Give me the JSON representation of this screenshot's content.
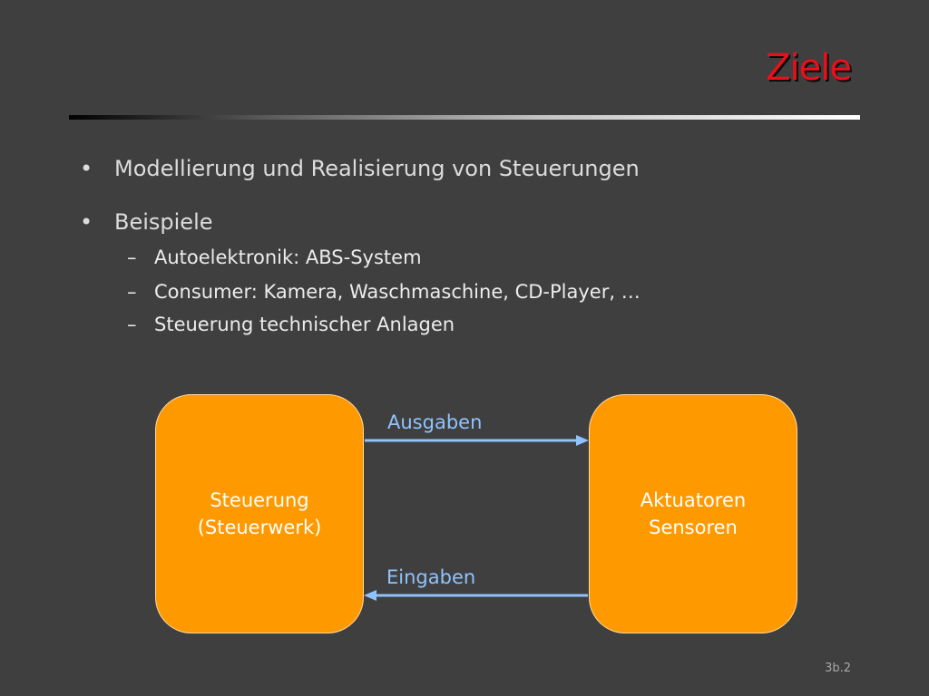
{
  "slide": {
    "title": "Ziele",
    "page_number": "3b.2"
  },
  "bullets": [
    {
      "text": "Modellierung und Realisierung von Steuerungen",
      "subitems": []
    },
    {
      "text": "Beispiele",
      "subitems": [
        "Autoelektronik: ABS-System",
        "Consumer: Kamera, Waschmaschine, CD-Player, …",
        "Steuerung technischer Anlagen"
      ]
    }
  ],
  "bullet_symbol": "•",
  "dash_symbol": "–",
  "diagram": {
    "left_box": {
      "line1": "Steuerung",
      "line2": "(Steuerwerk)"
    },
    "right_box": {
      "line1": "Aktuatoren",
      "line2": "Sensoren"
    },
    "top_arrow_label": "Ausgaben",
    "bottom_arrow_label": "Eingaben"
  },
  "colors": {
    "background": "#3f3f3f",
    "title": "#e8101a",
    "box_fill": "#ff9900",
    "arrow": "#8fc3ff"
  }
}
